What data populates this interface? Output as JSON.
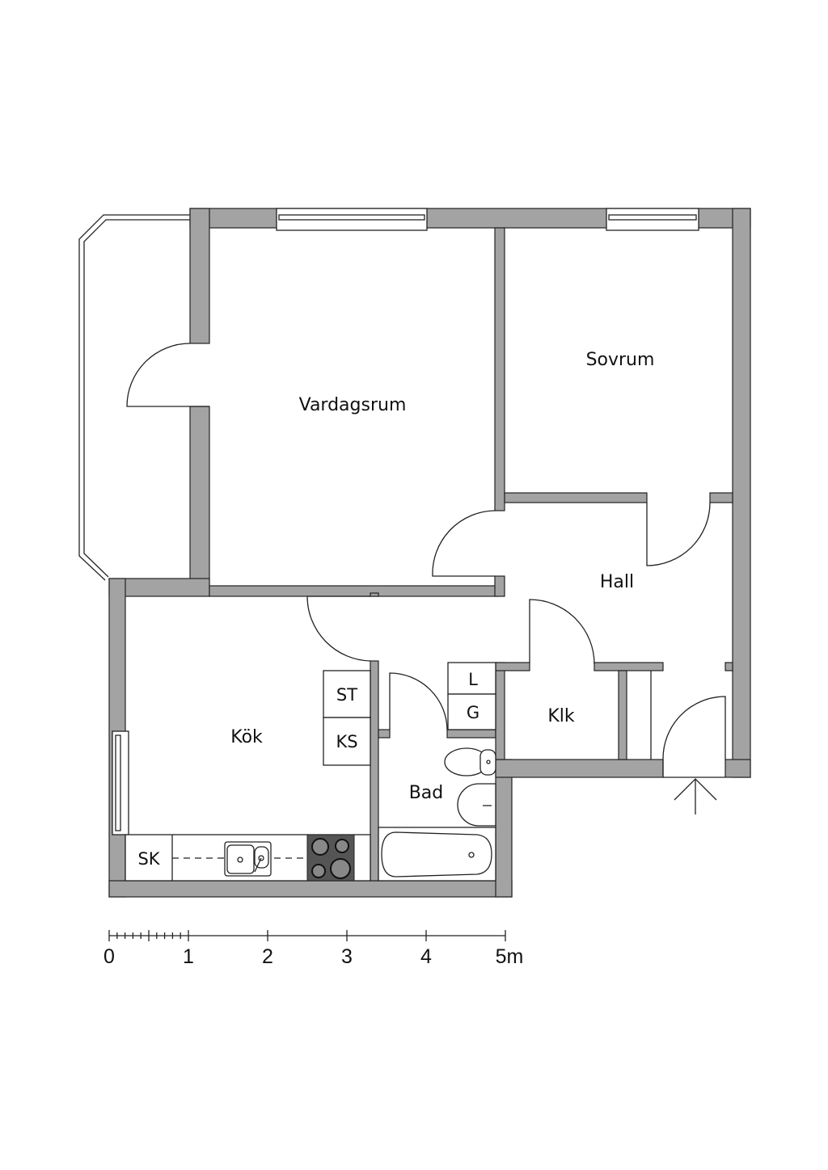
{
  "rooms": {
    "living": "Vardagsrum",
    "bedroom": "Sovrum",
    "hall": "Hall",
    "kitchen": "Kök",
    "bath": "Bad",
    "closet": "Klk"
  },
  "fixtures": {
    "st": "ST",
    "ks": "KS",
    "sk": "SK",
    "l": "L",
    "g": "G"
  },
  "scale": {
    "labels": [
      "0",
      "1",
      "2",
      "3",
      "4",
      "5m"
    ]
  },
  "colors": {
    "wall": "#a3a3a3",
    "stove": "#555555"
  }
}
